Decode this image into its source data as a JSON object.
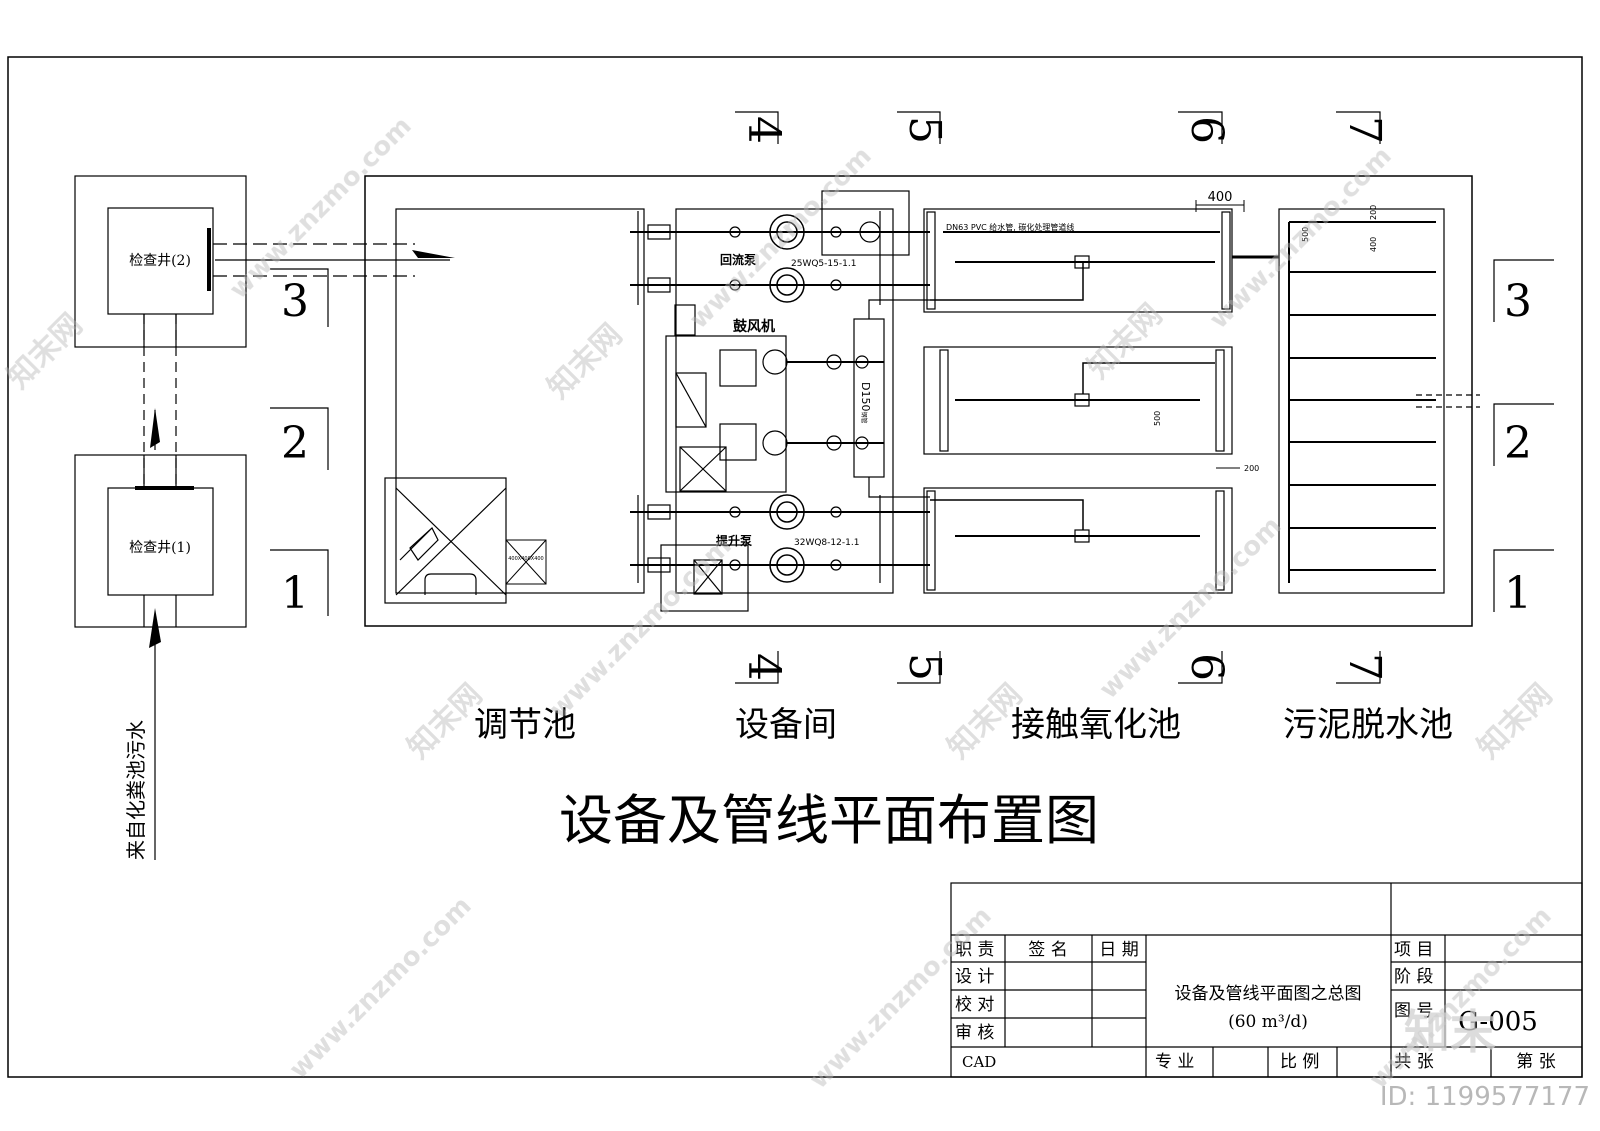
{
  "labels": {
    "inspection_well_1": "检查井(1)",
    "inspection_well_2": "检查井(2)",
    "inlet_note": "来自化粪池污水",
    "pond_regulating": "调节池",
    "pond_equipment_room": "设备间",
    "pond_contact_oxidation": "接触氧化池",
    "pond_sludge_dewatering": "污泥脱水池",
    "drawing_title": "设备及管线平面布置图",
    "blower": "鼓风机",
    "return_pump": "回流泵",
    "return_pump_model": "25WQ5-15-1.1",
    "lift_pump": "提升泵",
    "lift_pump_model": "32WQ8-12-1.1",
    "header_pipe": "D150",
    "header_pipe_suffix": "钢管",
    "top_pipe_note": "DN63 PVC 给水管, 碳化处理管道线",
    "dims": {
      "d400_top": "400",
      "d500": "500",
      "d200": "200",
      "d400_side": "400",
      "d200_top": "200",
      "d500_side": "500"
    },
    "well_box_note": "400X400X400"
  },
  "section_markers": {
    "top": [
      "4",
      "5",
      "6",
      "7"
    ],
    "bottom": [
      "4",
      "5",
      "6",
      "7"
    ],
    "left": [
      "3",
      "2",
      "1"
    ],
    "right": [
      "3",
      "2",
      "1"
    ]
  },
  "title_block": {
    "col_role": "职 责",
    "col_sign": "签  名",
    "col_date": "日 期",
    "rows": [
      "设 计",
      "校 对",
      "审 核",
      "CAD"
    ],
    "drawing_name_line1": "设备及管线平面图之总图",
    "drawing_name_line2": "(60 m³/d)",
    "item_label": "项 目",
    "stage_label": "阶 段",
    "drawing_no_label": "图 号",
    "drawing_no": "G-005",
    "specialty_label": "专 业",
    "scale_label": "比 例",
    "total_sheets_label": "共  张",
    "sheet_label": "第  张"
  },
  "watermark": {
    "site_text": "www.znzmo.com",
    "brand_cn": "知末网",
    "logo_text": "知末",
    "id_text": "ID: 1199577177"
  }
}
